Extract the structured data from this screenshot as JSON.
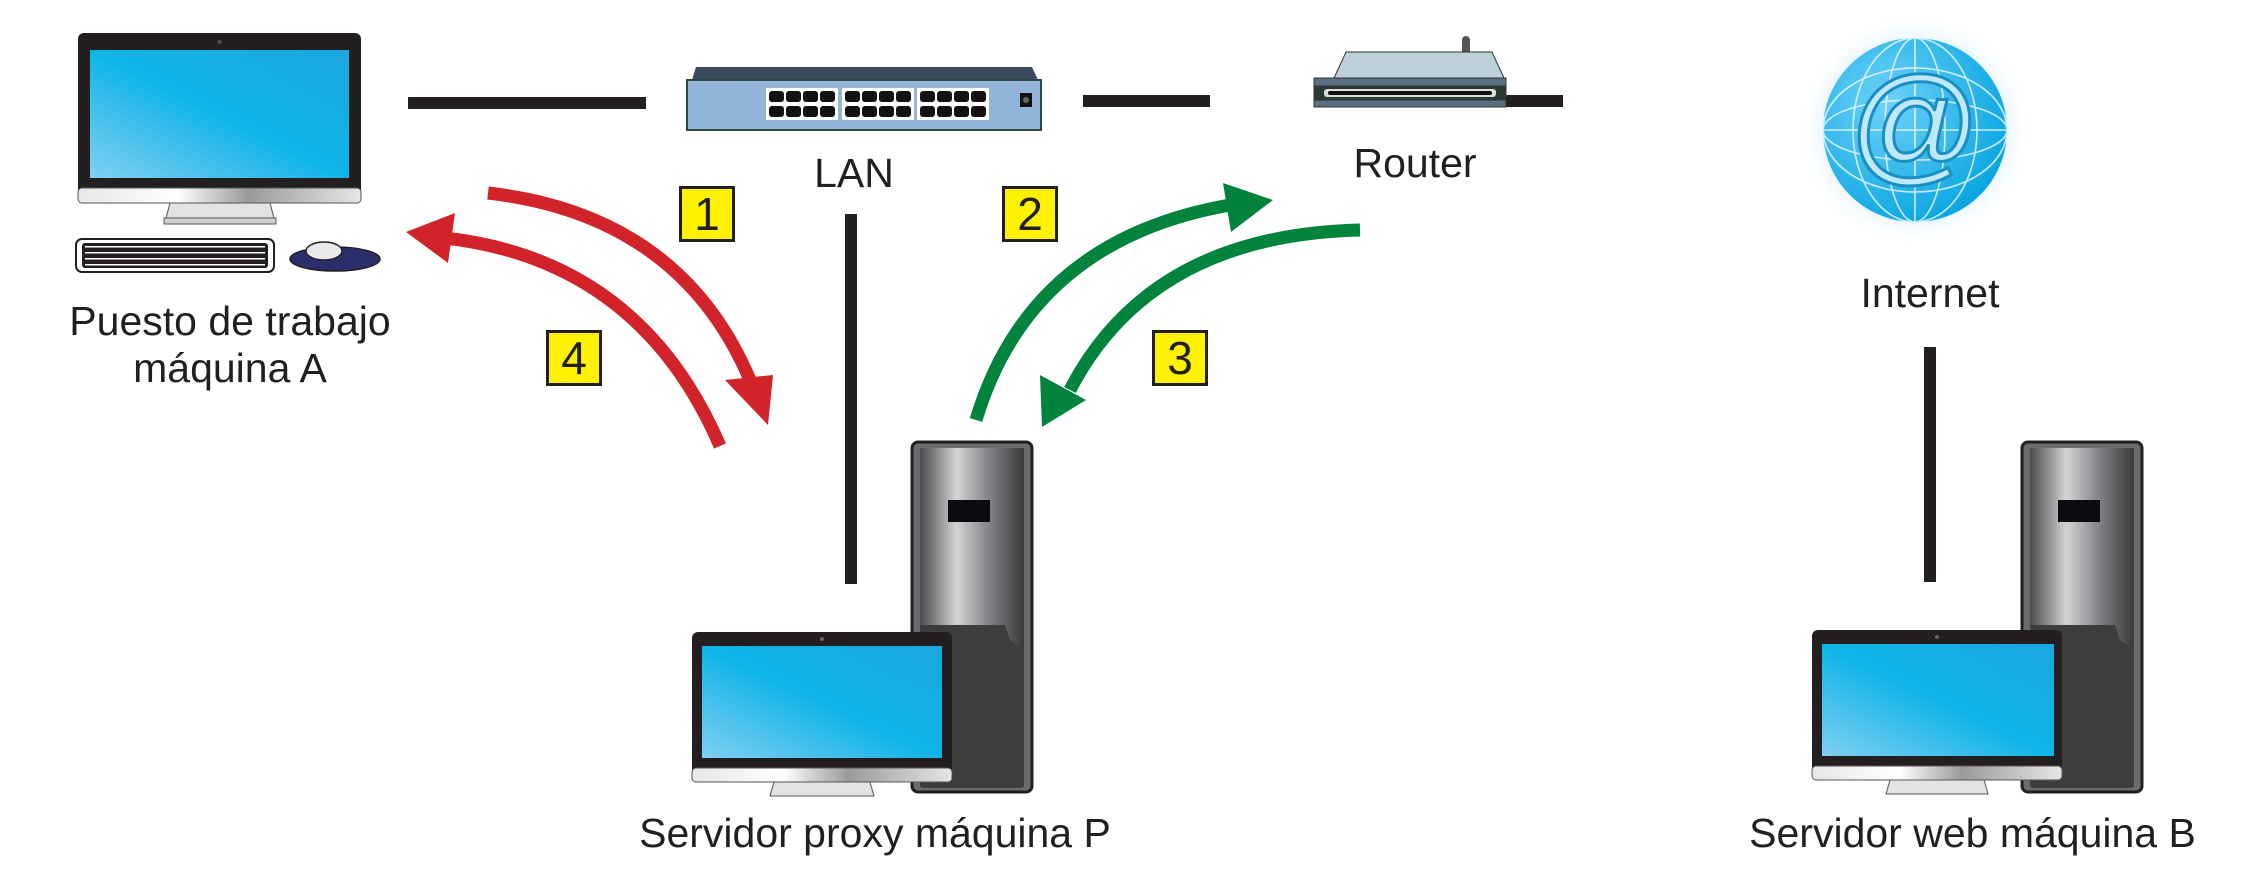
{
  "nodes": {
    "workstation": {
      "label_line1": "Puesto de trabajo",
      "label_line2": "máquina A"
    },
    "lan": {
      "label": "LAN"
    },
    "router": {
      "label": "Router"
    },
    "internet": {
      "label": "Internet"
    },
    "proxy": {
      "label": "Servidor proxy máquina P"
    },
    "webserver": {
      "label": "Servidor web máquina B"
    }
  },
  "steps": [
    {
      "number": "1",
      "from": "Puesto de trabajo máquina A",
      "to": "Servidor proxy máquina P",
      "color": "#d2232a"
    },
    {
      "number": "2",
      "from": "Servidor proxy máquina P",
      "to": "Router",
      "color": "#00843d"
    },
    {
      "number": "3",
      "from": "Router",
      "to": "Servidor proxy máquina P",
      "color": "#00843d"
    },
    {
      "number": "4",
      "from": "Servidor proxy máquina P",
      "to": "Puesto de trabajo máquina A",
      "color": "#d2232a"
    }
  ],
  "colors": {
    "request_arrow": "#d2232a",
    "forward_arrow": "#00843d",
    "badge_fill": "#fff200",
    "wire": "#231f20",
    "screen": "#1ab0e8"
  }
}
